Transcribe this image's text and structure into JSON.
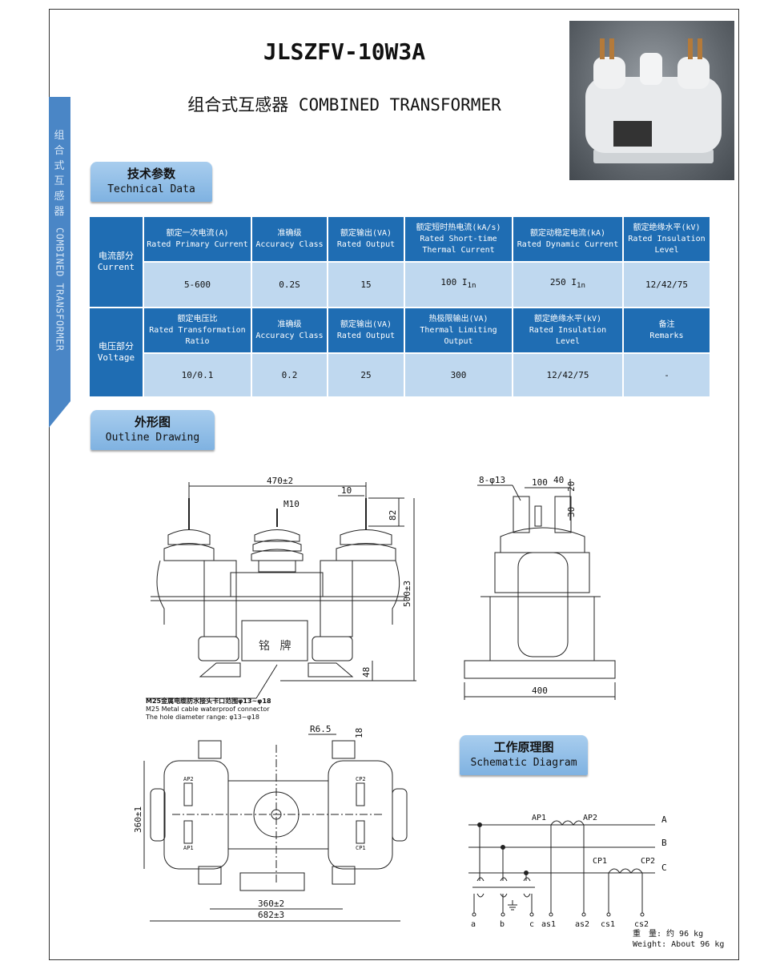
{
  "sidebar": {
    "cn": "组合式互感器",
    "en": "COMBINED TRANSFORMER"
  },
  "header": {
    "title": "JLSZFV-10W3A",
    "subtitle": "组合式互感器 COMBINED TRANSFORMER"
  },
  "sections": {
    "tech": {
      "cn": "技术参数",
      "en": "Technical Data"
    },
    "outline": {
      "cn": "外形图",
      "en": "Outline Drawing"
    },
    "schematic": {
      "cn": "工作原理图",
      "en": "Schematic Diagram"
    }
  },
  "table": {
    "current": {
      "group_cn": "电流部分",
      "group_en": "Current",
      "headers": [
        {
          "cn": "额定一次电流(A)",
          "en": "Rated Primary Current"
        },
        {
          "cn": "准确级",
          "en": "Accuracy Class"
        },
        {
          "cn": "额定输出(VA)",
          "en": "Rated Output"
        },
        {
          "cn": "额定短时热电流(kA/s)",
          "en": "Rated Short-time Thermal Current"
        },
        {
          "cn": "额定动稳定电流(kA)",
          "en": "Rated Dynamic Current"
        },
        {
          "cn": "额定绝缘水平(kV)",
          "en": "Rated Insulation Level"
        }
      ],
      "values": [
        "5-600",
        "0.2S",
        "15",
        "100 I",
        "250 I",
        "12/42/75"
      ],
      "sub": "1n"
    },
    "voltage": {
      "group_cn": "电压部分",
      "group_en": "Voltage",
      "headers": [
        {
          "cn": "额定电压比",
          "en": "Rated Transformation Ratio"
        },
        {
          "cn": "准确级",
          "en": "Accuracy Class"
        },
        {
          "cn": "额定输出(VA)",
          "en": "Rated Output"
        },
        {
          "cn": "热极限输出(VA)",
          "en": "Thermal Limiting Output"
        },
        {
          "cn": "额定绝缘水平(kV)",
          "en": "Rated Insulation Level"
        },
        {
          "cn": "备注",
          "en": "Remarks"
        }
      ],
      "values": [
        "10/0.1",
        "0.2",
        "25",
        "300",
        "12/42/75",
        "-"
      ]
    }
  },
  "drawing": {
    "front": {
      "width": "470±2",
      "gap": "10",
      "bolt": "M10",
      "top": "82",
      "height": "500±3",
      "base": "48",
      "nameplate": "铭 牌"
    },
    "side": {
      "holes": "8-φ13",
      "d100": "100",
      "d40": "40",
      "d20": "20",
      "d30": "30",
      "width": "400"
    },
    "plan": {
      "radius": "R6.5",
      "d18": "18",
      "depth": "360±1",
      "inner": "360±2",
      "overall": "682±3",
      "ap2": "AP2",
      "ap1": "AP1",
      "cp2": "CP2",
      "cp1": "CP1"
    },
    "connector": {
      "cn": "M25金属电缆防水接头卡口范围φ13~φ18",
      "en1": "M25 Metal cable waterproof connector",
      "en2": "The hole diameter range: φ13~φ18"
    }
  },
  "schematic": {
    "ap1": "AP1",
    "ap2": "AP2",
    "cp1": "CP1",
    "cp2": "CP2",
    "lines": [
      "A",
      "B",
      "C"
    ],
    "terminals": [
      "a",
      "b",
      "c",
      "as1",
      "as2",
      "cs1",
      "cs2"
    ]
  },
  "weight": {
    "cn": "重　量: 约 96 kg",
    "en": "Weight: About 96 kg"
  }
}
